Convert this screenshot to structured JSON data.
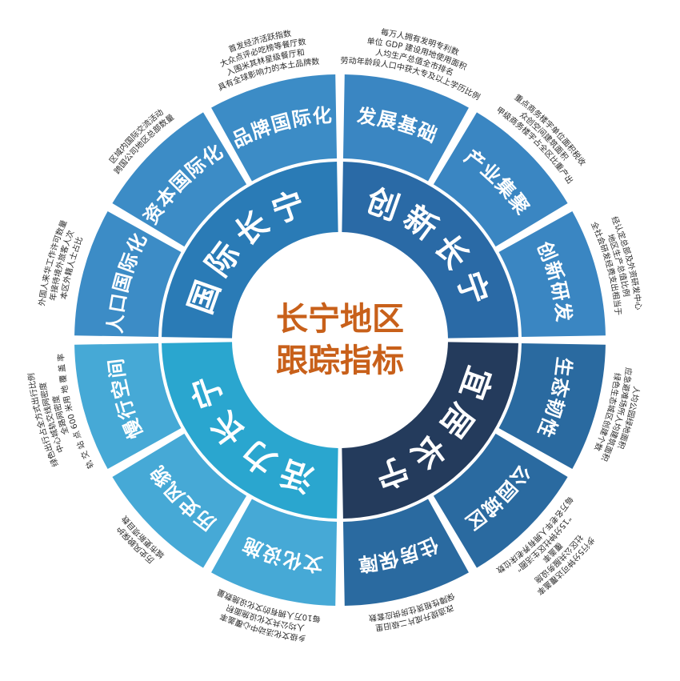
{
  "center": {
    "line1": "长宁地区",
    "line2": "跟踪指标"
  },
  "colors": {
    "center_text": "#c8601a",
    "inner_innovation": "#2a6aa6",
    "inner_livable": "#243b5c",
    "inner_vitality": "#2aa6cf",
    "inner_international": "#2a7bb6",
    "outer_group_innovation": "#3a86c2",
    "outer_group_livable": "#2a6aa0",
    "outer_group_vitality": "#46a9d6",
    "outer_group_international": "#3c8cc6",
    "text_dark": "#2a2a2a"
  },
  "inner_ring": [
    {
      "id": "innovation",
      "label": "创新长宁"
    },
    {
      "id": "livable",
      "label": "宜居长宁"
    },
    {
      "id": "vitality",
      "label": "活力长宁"
    },
    {
      "id": "international",
      "label": "国际长宁"
    }
  ],
  "outer_ring": [
    {
      "group": "innovation",
      "label": "发展基础",
      "indicators": [
        "劳动年龄段人口中获大专及以上学历比例",
        "人均生产总值全市排名",
        "单位 GDP 建设用地使用面积",
        "每万人拥有发明专利数"
      ]
    },
    {
      "group": "innovation",
      "label": "产业集聚",
      "indicators": [
        "甲级商务楼宇占全区比重产出",
        "众创空间建筑面积",
        "重点商务楼宇单位面积税收"
      ]
    },
    {
      "group": "innovation",
      "label": "创新研发",
      "indicators": [
        "全社会研发经费支出相当于",
        "地区生产总值比例",
        "经认定总部及外资研发中心"
      ]
    },
    {
      "group": "livable",
      "label": "生态韧性",
      "indicators": [
        "绿色生态城区创建个数",
        "应急避难场所人均建筑面积",
        "人均公园绿地面积"
      ]
    },
    {
      "group": "livable",
      "label": "公园城区",
      "indicators": [
        "每万名老年人拥有养老床位数",
        "“15分钟社区生活圈”",
        "覆盖率",
        "社区公共服务设施",
        "步行5分钟可达覆盖率"
      ]
    },
    {
      "group": "livable",
      "label": "住房保障",
      "indicators": [
        "保障性租赁住房供应套数",
        "改造提升成片二级旧里"
      ]
    },
    {
      "group": "vitality",
      "label": "文化设施",
      "indicators": [
        "每10万人拥有的文化设施数量",
        "人均公共文化设施面积",
        "乡级文化活动中心覆盖率"
      ]
    },
    {
      "group": "vitality",
      "label": "历史风貌",
      "indicators": [
        "城市更新项目数",
        "历史风貌保护"
      ]
    },
    {
      "group": "vitality",
      "label": "慢行空间",
      "indicators": [
        "轨 交 站 点 600 米用 地 覆 盖 率",
        "全路网密度",
        "中心城轨交线网密度",
        "绿色出行占全方式出行比例"
      ]
    },
    {
      "group": "international",
      "label": "人口国际化",
      "indicators": [
        "本区外籍人士占比",
        "年接待境外旅客人次",
        "外国人来华工作许可数量"
      ]
    },
    {
      "group": "international",
      "label": "资本国际化",
      "indicators": [
        "跨国公司地区总部数量",
        "区域内国际交流活动"
      ]
    },
    {
      "group": "international",
      "label": "品牌国际化",
      "indicators": [
        "具有全球影响力的本土品牌数",
        "入围米其林星级餐厅和",
        "大众点评必吃榜等餐厅数",
        "首发经济活跃指数"
      ]
    }
  ]
}
